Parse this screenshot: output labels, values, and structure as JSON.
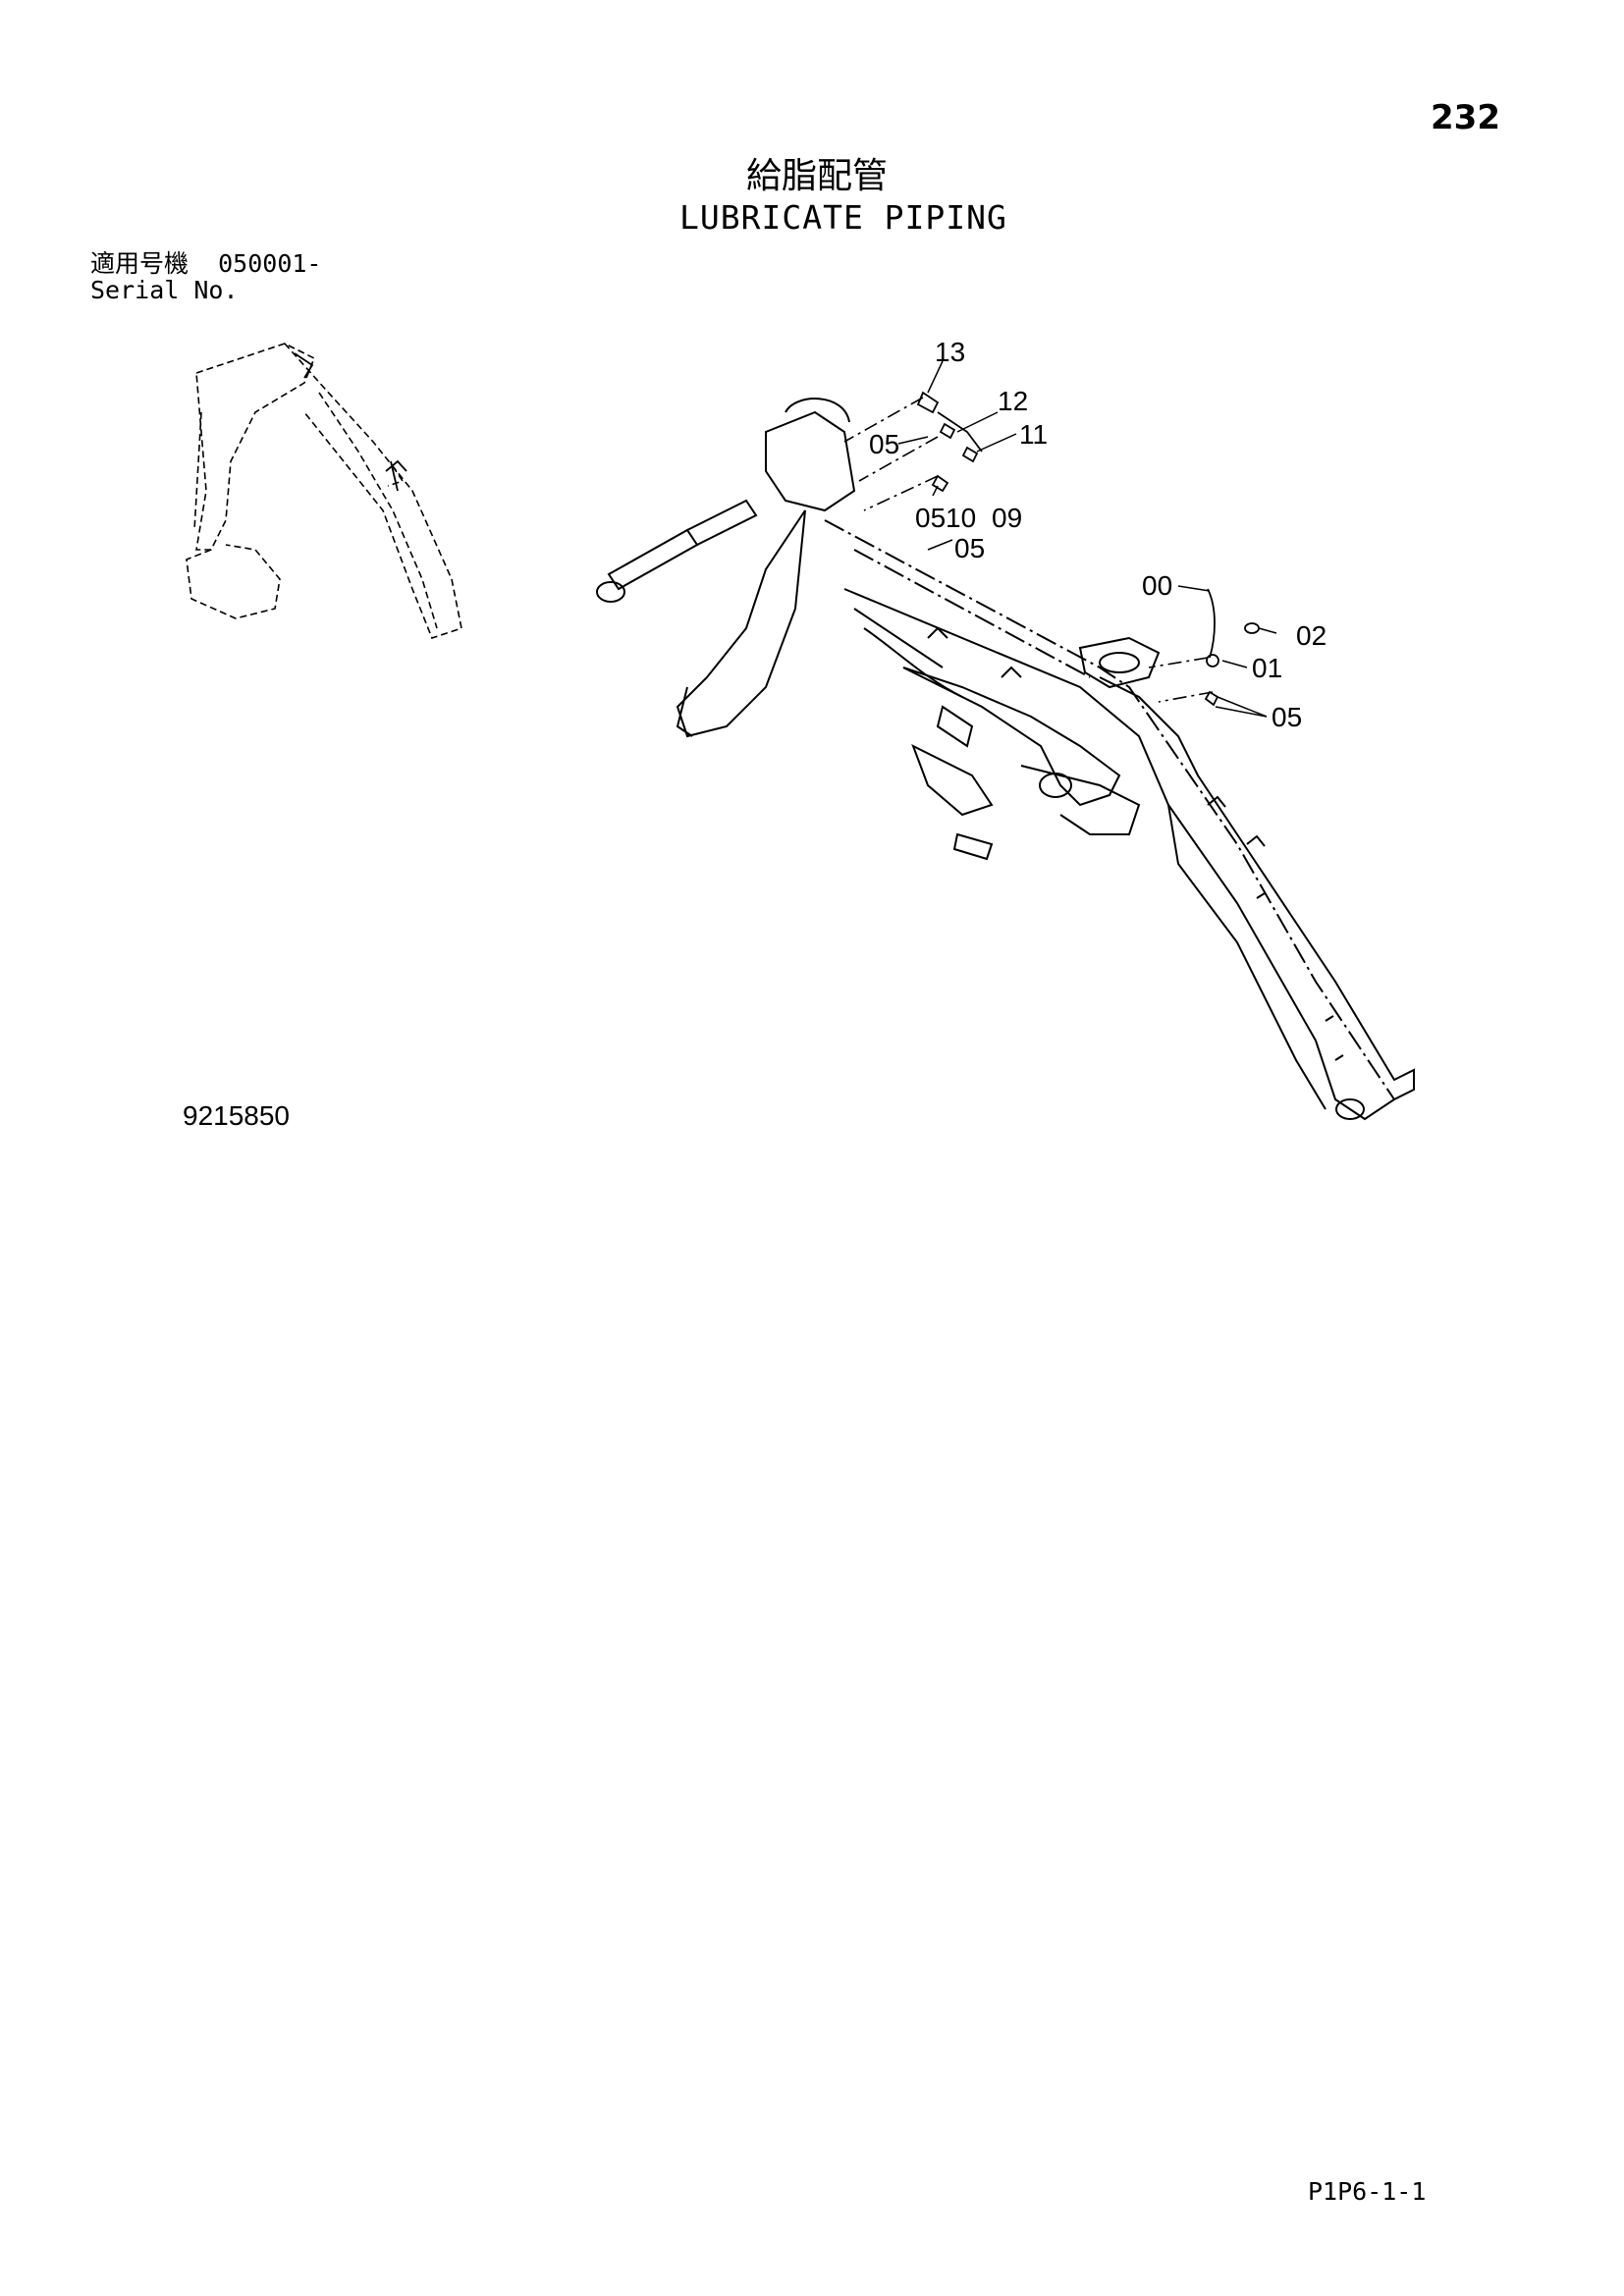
{
  "header": {
    "page_number": "232",
    "title_jp": "給脂配管",
    "title_en": "LUBRICATE PIPING"
  },
  "serial": {
    "label_jp": "適用号機",
    "value": "050001-",
    "label_en": "Serial No."
  },
  "drawing_number": "9215850",
  "page_code": "P1P6-1-1",
  "callouts": {
    "c13": "13",
    "c12": "12",
    "c11": "11",
    "c05_a": "05",
    "c05_b": "05",
    "c10": "10",
    "c09": "09",
    "c05_c": "05",
    "c00": "00",
    "c02": "02",
    "c01": "01",
    "c05_d": "05"
  }
}
